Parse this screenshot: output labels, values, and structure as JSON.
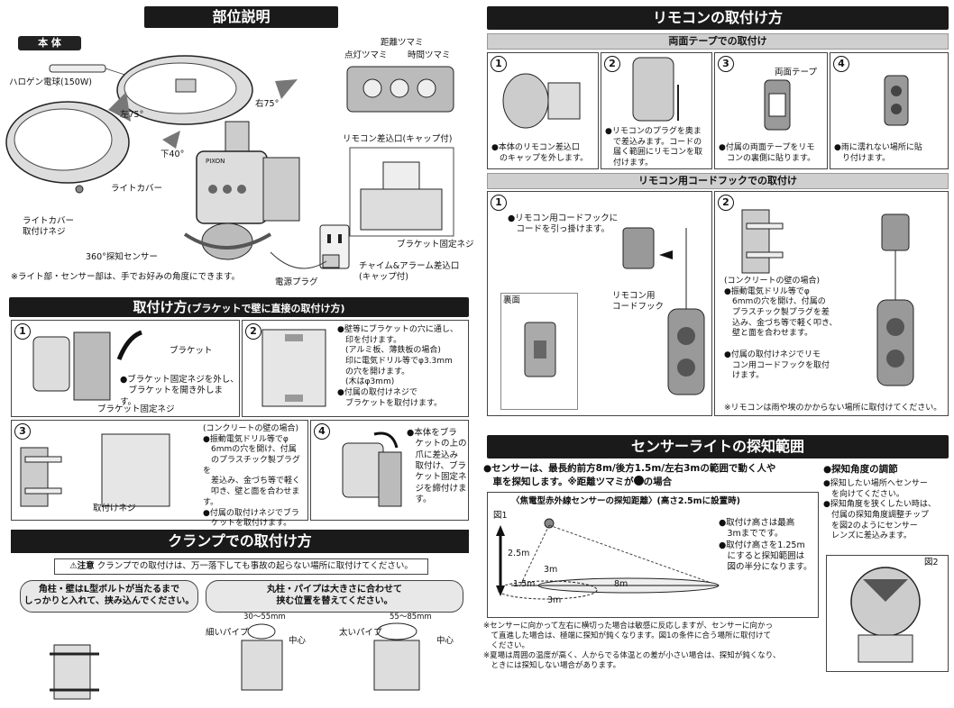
{
  "left": {
    "parts_title": "部位説明",
    "body_tag": "本 体",
    "labels": {
      "halogen": "ハロゲン電球(150W)",
      "left75": "左75°",
      "right75": "右75°",
      "down40": "下40°",
      "light_cover": "ライトカバー",
      "cover_screw": "ライトカバー\n取付けネジ",
      "sensor360": "360°探知センサー",
      "knob_distance": "距離ツマミ",
      "knob_light": "点灯ツマミ",
      "knob_time": "時間ツマミ",
      "remote_port": "リモコン差込口(キャップ付)",
      "bracket_screw": "ブラケット固定ネジ",
      "chime_port": "チャイム&アラーム差込口\n(キャップ付)",
      "power_plug": "電源プラグ",
      "parts_note": "※ライト部・センサー部は、手でお好みの角度にできます。",
      "brand": "PIXON"
    },
    "mount_title": "取付け方",
    "mount_subtitle": "(ブラケットで壁に直接の取付け方)",
    "mount_steps": {
      "s1_label": "ブラケット",
      "s1_text": "●ブラケット固定ネジを外し、\n　ブラケットを開き外します。",
      "s1_screw": "ブラケット固定ネジ",
      "s2_text": "●壁等にブラケットの穴に通し、\n　印を付けます。\n　(アルミ板、薄鉄板の場合)\n　印に電気ドリル等でφ3.3mm\n　の穴を開けます。\n　(木はφ3mm)\n●付属の取付けネジで\n　ブラケットを取付けます。",
      "s3_text": "(コンクリートの壁の場合)\n●振動電気ドリル等でφ\n　6mmの穴を開け、付属\n　のプラスチック製プラグを\n　差込み、金づち等で軽く\n　叩き、壁と面を合わせます。\n●付属の取付けネジでブラ\n　ケットを取付けます。",
      "s3_screw": "取付けネジ",
      "s4_text": "●本体をブラ\n　ケットの上の\n　爪に差込み\n　取付け、ブラ\n　ケット固定ネ\n　ジを締付けま\n　す。"
    },
    "clamp_title": "クランプでの取付け方",
    "caution_label": "注意",
    "caution_text": "クランプでの取付けは、万一落下しても事故の起らない場所に取付けてください。",
    "clamp_left": "角柱・壁はL型ボルトが当たるまで\nしっかりと入れて、挟み込んでください。",
    "clamp_right": "丸柱・パイプは大きさに合わせて\n挟む位置を替えてください。",
    "thin_pipe": "細いパイプ",
    "thin_range": "30～55mm",
    "thick_pipe": "太いパイプ",
    "thick_range": "55～85mm",
    "center": "中心"
  },
  "right": {
    "remote_title": "リモコンの取付け方",
    "tape_title": "両面テープでの取付け",
    "tape_steps": [
      "●本体のリモコン差込口\n　のキャップを外します。",
      "●リモコンのプラグを奥ま\n　で差込みます。コードの\n　届く範囲にリモコンを取\n　付けます。",
      "●付属の両面テープをリモ\n　コンの裏側に貼ります。",
      "●雨に濡れない場所に貼\n　り付けます。"
    ],
    "tape_label": "両面テープ",
    "hook_title": "リモコン用コードフックでの取付け",
    "hook_s1": "●リモコン用コードフックに\n　コードを引っ掛けます。",
    "hook_label": "リモコン用\nコードフック",
    "back_label": "裏面",
    "hook_s2": "(コンクリートの壁の場合)\n●振動電気ドリル等でφ\n　6mmの穴を開け、付属の\n　プラスチック製プラグを差\n　込み、金づち等で軽く叩き、\n　壁と面を合わせます。\n\n●付属の取付けネジでリモ\n　コン用コードフックを取付\n　けます。",
    "hook_note": "※リモコンは雨や埃のかからない場所に取付けてください。",
    "sensor_title": "センサーライトの探知範囲",
    "sensor_main": "●センサーは、最長約前方8m/後方1.5m/左右3mの範囲で動く人や\n　車を探知します。※距離ツマミが",
    "sensor_main_tail": "の場合",
    "sensor_box_title": "〈焦電型赤外線センサーの探知距離〉(高さ2.5mに設置時)",
    "fig1": "図1",
    "d_height": "2.5m",
    "d_back": "1.5m",
    "d_front": "8m",
    "d_side1": "3m",
    "d_side2": "3m",
    "sensor_notes": "●取付け高さは最高\n　3mまでです。\n●取付け高さを1.25m\n　にすると探知範囲は\n　図の半分になります。",
    "bottom_notes": "※センサーに向かって左右に横切った場合は敏感に反応しますが、センサーに向かっ\n　て直進した場合は、極端に探知が鈍くなります。図1の条件に合う場所に取付けて\n　ください。\n※夏場は周囲の温度が高く、人からでる体温との差が小さい場合は、探知が鈍くなり、\n　ときには探知しない場合があります。",
    "angle_title": "●探知角度の調節",
    "angle_text": "●探知したい場所へセンサー\n　を向けてください。\n●探知角度を狭くしたい時は、\n　付属の探知角度調整チップ\n　を図2のようにセンサー\n　レンズに差込みます。",
    "fig2": "図2"
  }
}
